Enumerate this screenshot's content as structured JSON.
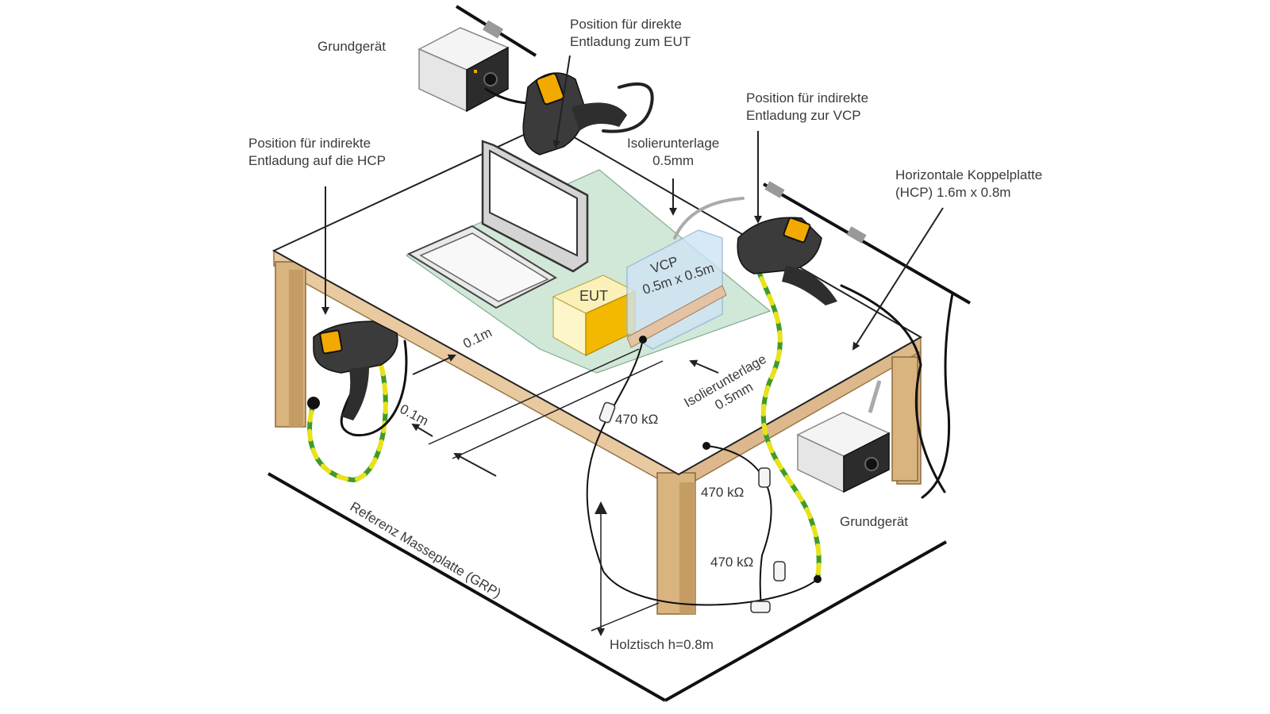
{
  "labels": {
    "grundgeraet_top": "Grundgerät",
    "grundgeraet_right": "Grundgerät",
    "direct_eut": [
      "Position für direkte",
      "Entladung zum EUT"
    ],
    "indirect_vcp": [
      "Position für indirekte",
      "Entladung zur VCP"
    ],
    "indirect_hcp": [
      "Position für indirekte",
      "Entladung auf die HCP"
    ],
    "isolier_top": [
      "Isolierunterlage",
      "0.5mm"
    ],
    "hcp": [
      "Horizontale Koppelplatte",
      "(HCP) 1.6m x 0.8m"
    ],
    "eut": "EUT",
    "vcp": [
      "VCP",
      "0.5m x 0.5m"
    ],
    "dist_top": "0.1m",
    "dist_bottom": "0.1m",
    "isolier_right": [
      "Isolierunterlage",
      "0.5mm"
    ],
    "res_1": "470 kΩ",
    "res_2": "470 kΩ",
    "res_3": "470 kΩ",
    "grp": "Referenz Masseplatte (GRP)",
    "holztisch": "Holztisch h=0.8m"
  },
  "colors": {
    "wood": "#d9b88a",
    "wood_dark": "#b88e5a",
    "green_mat": "#b9dcc4",
    "eut_yellow": "#f6e79a",
    "eut_orange": "#f3b800",
    "vcp_blue": "#bcdcf2",
    "gun_dark": "#3b3b3b",
    "gun_screen": "#f2a900",
    "cable_green": "#3f9a2a",
    "cable_yellow": "#e9e21a"
  }
}
